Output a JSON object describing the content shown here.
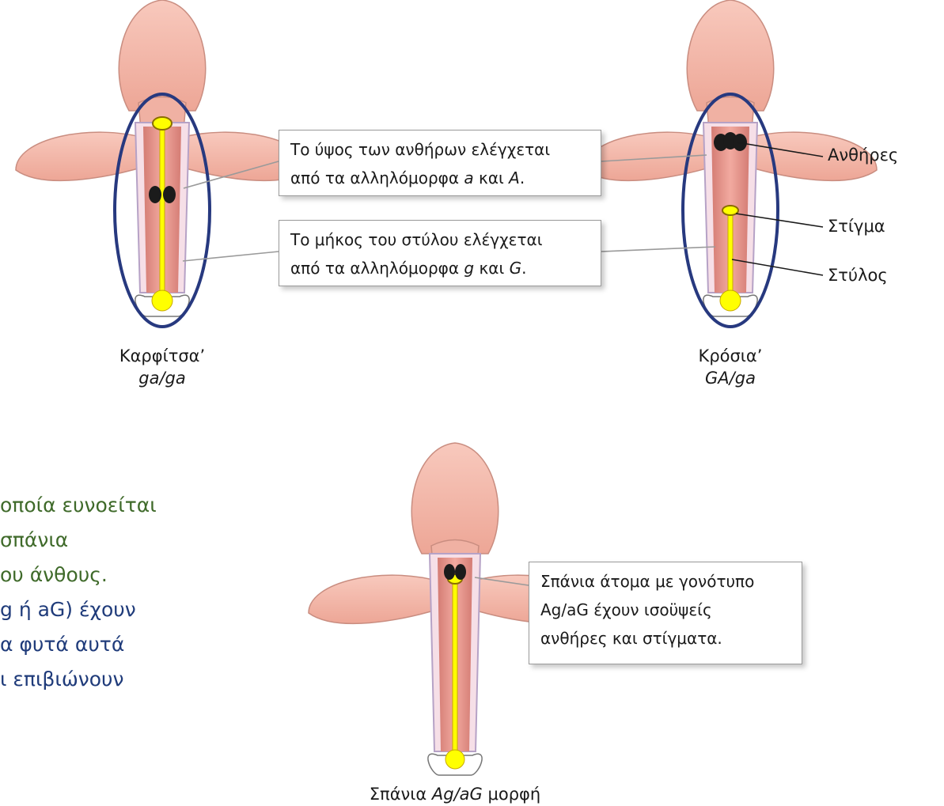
{
  "callouts": {
    "anther_height": {
      "pre": "Το ύψος των ανθήρων ελέγχεται",
      "line2": "από τα αλληλόμορφα ",
      "a1": "a",
      "mid": " και ",
      "a2": "A",
      "end": "."
    },
    "style_length": {
      "pre": "Το μήκος του στύλου ελέγχεται",
      "line2": "από τα αλληλόμορφα ",
      "a1": "g",
      "mid": " και ",
      "a2": "G",
      "end": "."
    },
    "rare": {
      "line1": "Σπάνια άτομα με γονότυπο",
      "line2": "Ag/aG έχουν ισοϋψείς",
      "line3": "ανθήρες και στίγματα."
    }
  },
  "labels": {
    "anthers": "Ανθήρες",
    "stigma": "Στίγμα",
    "style": "Στύλος"
  },
  "captions": {
    "pin": {
      "name": "Καρφίτσα’",
      "genotype": "ga/ga"
    },
    "thrum": {
      "name": "Κρόσια’",
      "genotype": "GA/ga"
    },
    "rare": {
      "pre": "Σπάνια ",
      "genotype": "Ag/aG",
      "post": " μορφή"
    }
  },
  "side_text": {
    "green": [
      "οποία ευνοείται",
      "σπάνια",
      "ου άνθους."
    ],
    "blue": [
      "g ή aG) έχουν",
      "α φυτά αυτά",
      "ι επιβιώνουν"
    ]
  },
  "colors": {
    "petal": "#f4b9ab",
    "petal_edge": "#c98d80",
    "tube": "#e9958d",
    "pistil": "#ffff00",
    "ellipse": "#27397f",
    "anther": "#1b1b1b"
  }
}
